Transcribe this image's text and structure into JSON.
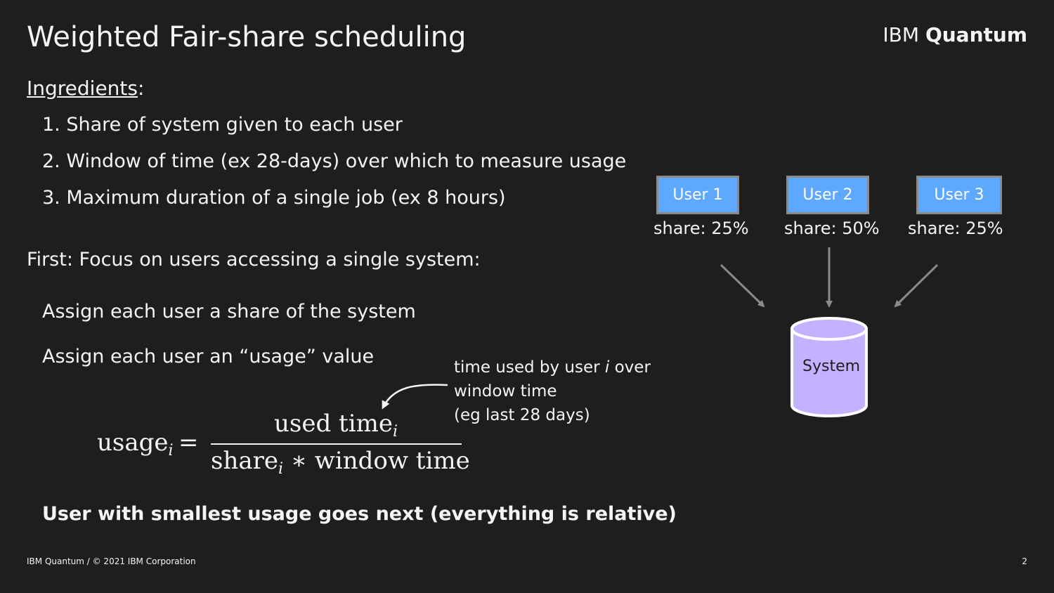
{
  "slide": {
    "title": "Weighted Fair-share scheduling",
    "brand_light": "IBM",
    "brand_bold": "Quantum",
    "ingredients_label": "Ingredients",
    "ingredients_colon": ":",
    "ingredients": [
      "1. Share of system given to each user",
      "2. Window of time (ex 28-days) over which to measure usage",
      "3. Maximum duration of a single job (ex 8 hours)"
    ],
    "first": "First: Focus on users accessing a single system:",
    "assign_share": "Assign each user a share of the system",
    "assign_usage": "Assign each user an “usage” value",
    "note_line1_a": "time used by user ",
    "note_line1_i": "i",
    "note_line1_b": " over",
    "note_line2": "window time",
    "note_line3": "(eg last 28 days)",
    "formula": {
      "lhs": "usage",
      "sub": "i",
      "equals": "=",
      "numerator": "used  time",
      "denominator_a": "share",
      "denominator_b": " ∗ window  time"
    },
    "conclusion": "User with smallest usage goes next (everything is relative)",
    "footer": "IBM Quantum / © 2021 IBM Corporation",
    "page_number": "2"
  },
  "diagram": {
    "users": [
      {
        "label": "User 1",
        "share": "share: 25%"
      },
      {
        "label": "User 2",
        "share": "share: 50%"
      },
      {
        "label": "User 3",
        "share": "share: 25%"
      }
    ],
    "system_label": "System",
    "colors": {
      "user_box": "#5ea8ff",
      "user_border": "#8a8a8a",
      "system_fill": "#c4b1ff",
      "arrow": "#8a8a8a"
    }
  }
}
